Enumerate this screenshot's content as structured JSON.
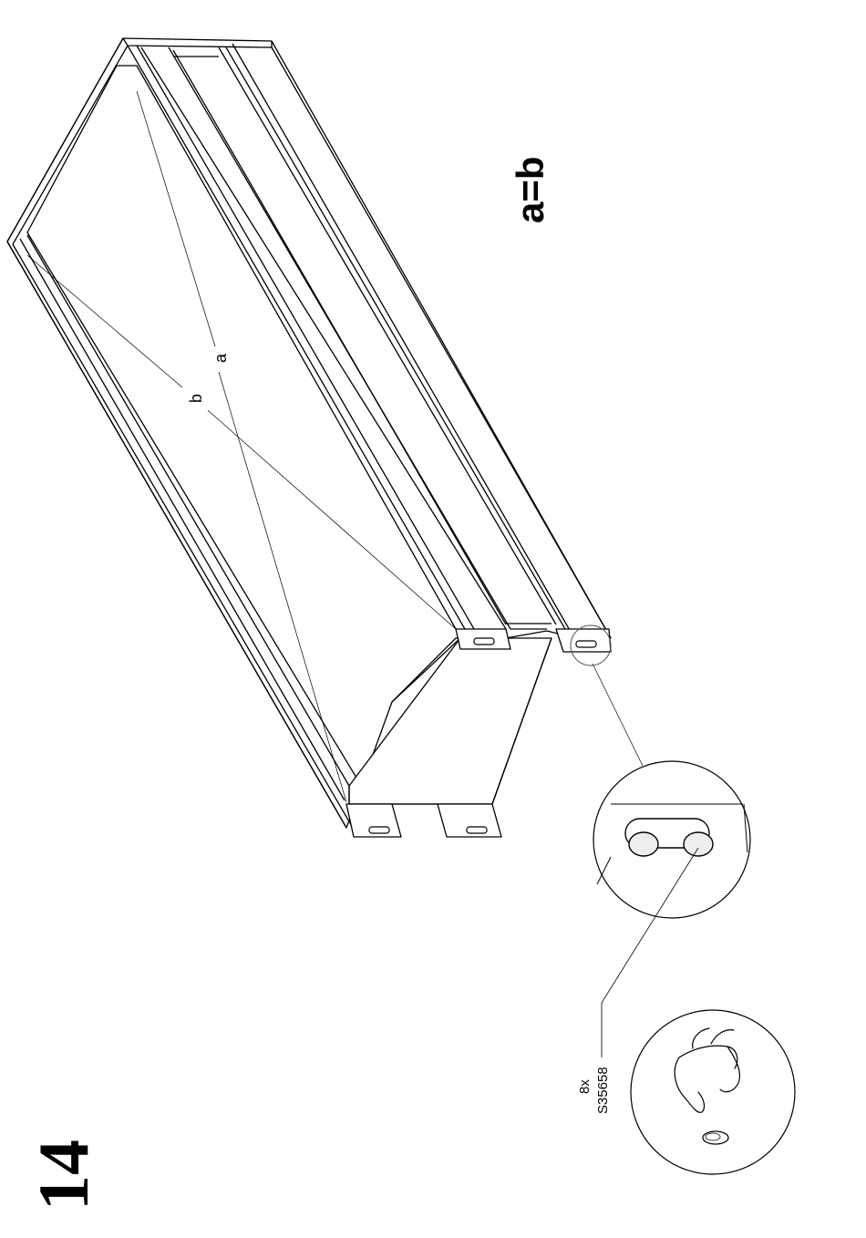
{
  "step": {
    "number": "14"
  },
  "equation": {
    "text": "a=b"
  },
  "diagonals": {
    "a_label": "a",
    "b_label": "b"
  },
  "part": {
    "quantity": "8x",
    "code": "S35658"
  },
  "colors": {
    "ink": "#000000",
    "paper": "#ffffff",
    "detail_ink": "#555555"
  },
  "icons": {
    "hand": "hand-pressing-icon",
    "glide": "floor-glide-icon"
  }
}
